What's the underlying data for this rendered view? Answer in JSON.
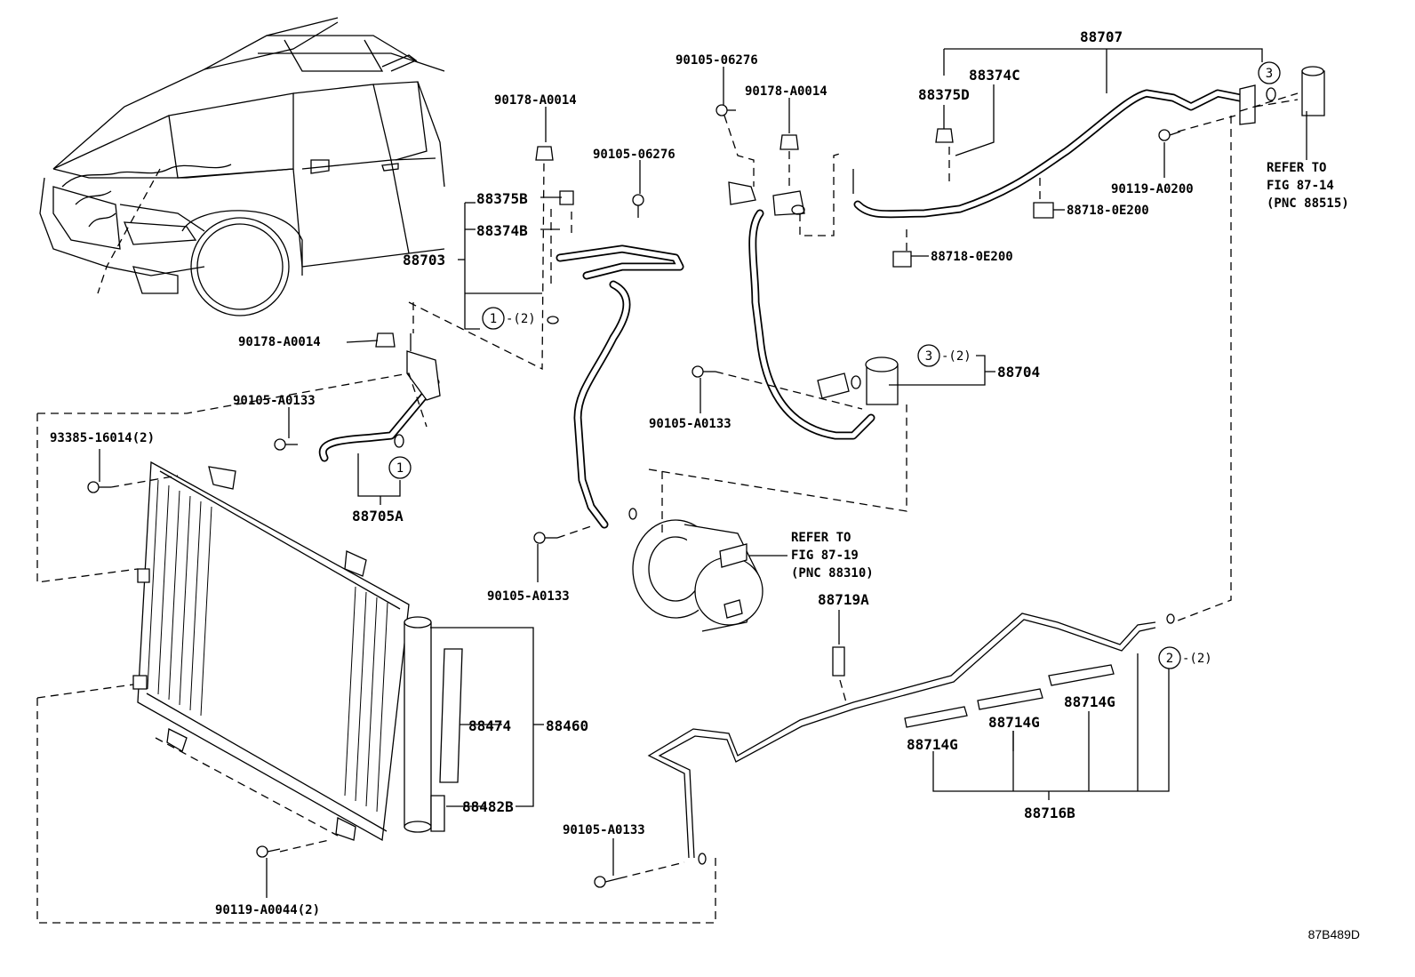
{
  "parts": {
    "p88707": "88707",
    "p88374C": "88374C",
    "p88375D": "88375D",
    "p90105_06276_a": "90105-06276",
    "p90178_A0014_a": "90178-A0014",
    "p90178_A0014_b": "90178-A0014",
    "p90105_06276_b": "90105-06276",
    "p88375B": "88375B",
    "p88374B": "88374B",
    "p88703": "88703",
    "p90119_A0200": "90119-A0200",
    "p88718_0E200_a": "88718-0E200",
    "p88718_0E200_b": "88718-0E200",
    "p90178_A0014_c": "90178-A0014",
    "p88704": "88704",
    "p90105_A0133_a": "90105-A0133",
    "p90105_A0133_b": "90105-A0133",
    "p93385_16014": "93385-16014(2)",
    "p88705A": "88705A",
    "p90105_A0133_c": "90105-A0133",
    "p88719A": "88719A",
    "p88474": "88474",
    "p88460": "88460",
    "p88482B": "88482B",
    "p88714G_a": "88714G",
    "p88714G_b": "88714G",
    "p88714G_c": "88714G",
    "p88716B": "88716B",
    "p90105_A0133_d": "90105-A0133",
    "p90119_A0044": "90119-A0044(2)"
  },
  "refs": {
    "ref1": [
      "REFER TO",
      "FIG 87-14",
      "(PNC 88515)"
    ],
    "ref2": [
      "REFER TO",
      "FIG 87-19",
      "(PNC 88310)"
    ]
  },
  "callouts": {
    "c1a": "1",
    "c1a_qty": "-(2)",
    "c1b": "1",
    "c2": "2",
    "c2_qty": "-(2)",
    "c3a": "3",
    "c3b": "3",
    "c3b_qty": "-(2)"
  },
  "diagram_code": "87B489D"
}
